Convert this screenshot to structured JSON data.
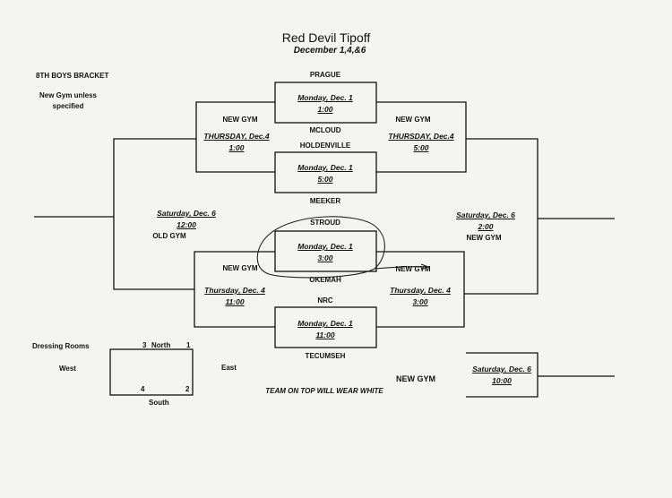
{
  "header": {
    "title": "Red Devil Tipoff",
    "dates": "December 1,4,&6"
  },
  "bracket_label": "8TH BOYS BRACKET",
  "gym_note_1": "New Gym unless",
  "gym_note_2": "specified",
  "teams": {
    "prague": "PRAGUE",
    "mcloud": "MCLOUD",
    "holdenville": "HOLDENVILLE",
    "meeker": "MEEKER",
    "stroud": "STROUD",
    "okemah": "OKEMAH",
    "nrc": "NRC",
    "tecumseh": "TECUMSEH"
  },
  "games": {
    "g1": {
      "day": "Monday, Dec. 1",
      "time": "1:00"
    },
    "g2": {
      "day": "Monday, Dec. 1",
      "time": "5:00"
    },
    "g3": {
      "day": "Monday, Dec. 1",
      "time": "3:00"
    },
    "g4": {
      "day": "Monday, Dec. 1",
      "time": "11:00"
    },
    "sf_left_top": {
      "gym": "NEW GYM",
      "day": "THURSDAY, Dec.4",
      "time": "1:00"
    },
    "sf_right_top": {
      "gym": "NEW GYM",
      "day": "THURSDAY, Dec.4",
      "time": "5:00"
    },
    "sf_left_bottom": {
      "gym": "NEW GYM",
      "day": "Thursday, Dec. 4",
      "time": "11:00"
    },
    "sf_right_bottom": {
      "gym": "NEW GYM",
      "day": "Thursday, Dec. 4",
      "time": "3:00"
    },
    "final_left": {
      "day": "Saturday, Dec. 6",
      "time": "12:00",
      "gym": "OLD GYM"
    },
    "final_right": {
      "day": "Saturday, Dec. 6",
      "time": "2:00",
      "gym": "NEW GYM"
    },
    "consolation": {
      "day": "Saturday, Dec. 6",
      "time": "10:00",
      "gym": "NEW GYM"
    }
  },
  "dressing": {
    "title": "Dressing Rooms",
    "north": "North",
    "south": "South",
    "west": "West",
    "east": "East",
    "n1": "1",
    "n2": "2",
    "n3": "3",
    "n4": "4"
  },
  "footer_note": "TEAM ON TOP WILL WEAR WHITE"
}
